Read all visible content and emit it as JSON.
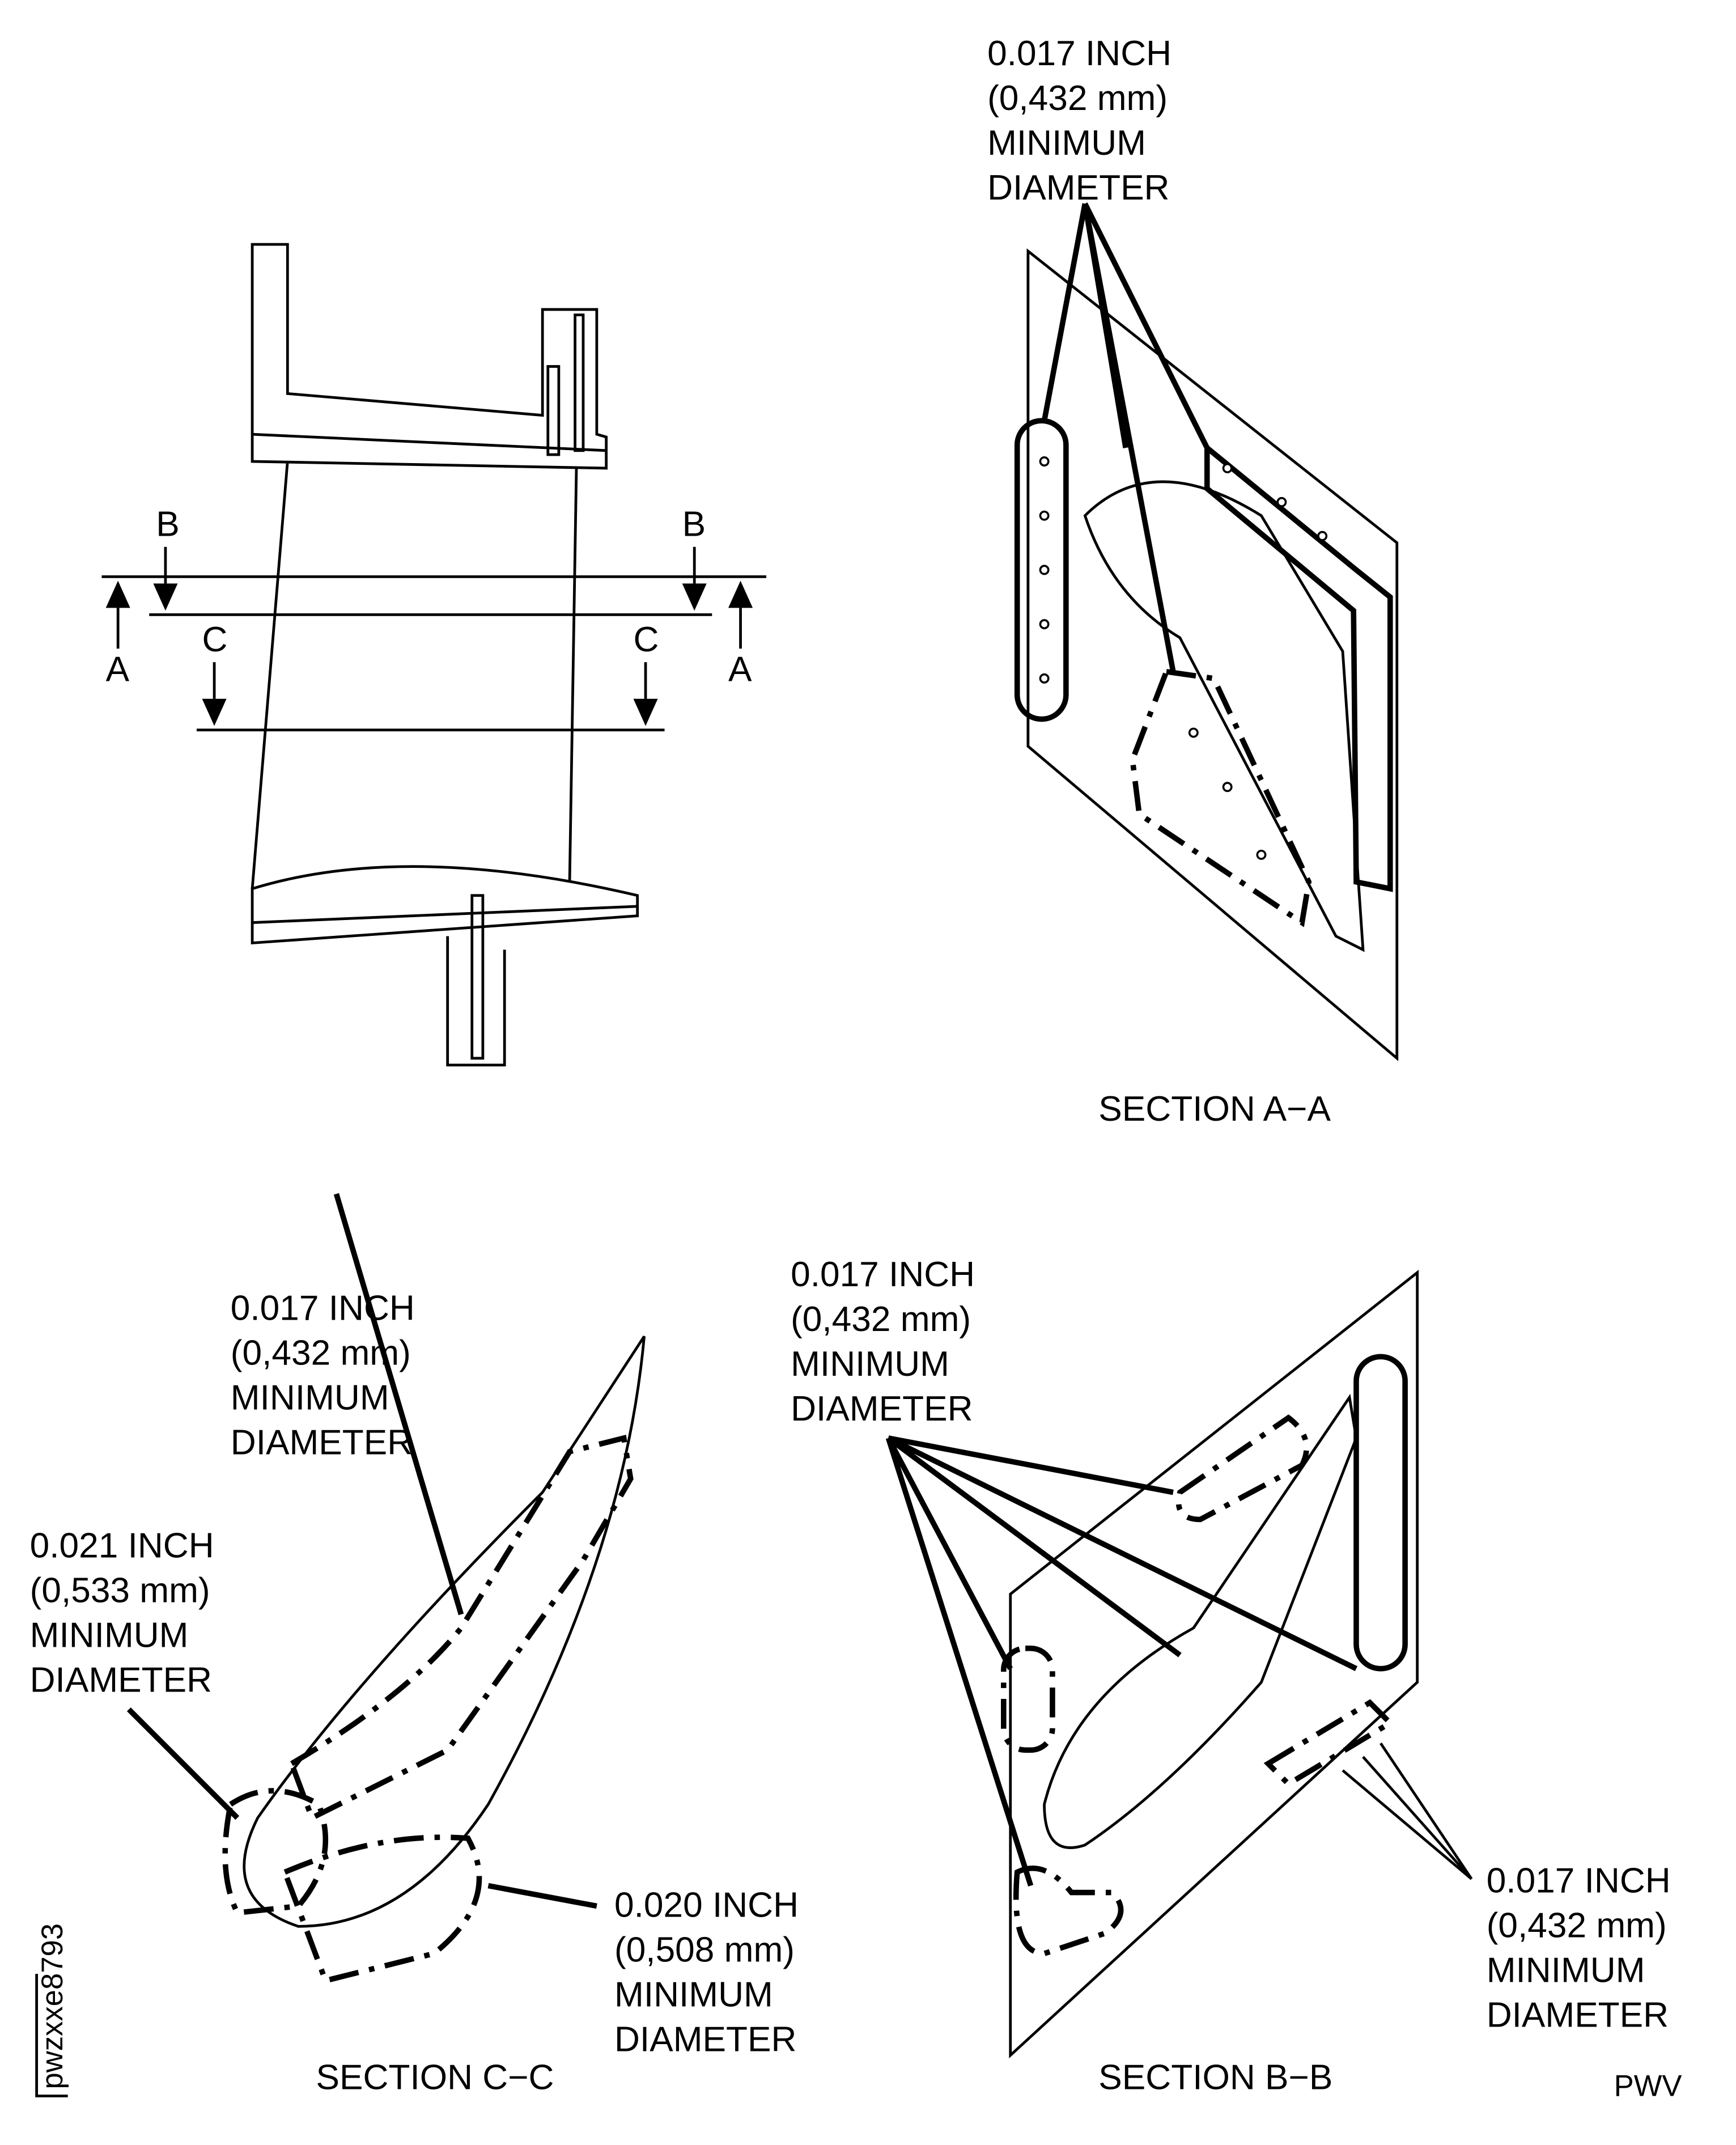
{
  "section_markers": {
    "a": "A",
    "b": "B",
    "c": "C"
  },
  "section_a": {
    "title": "SECTION A−A",
    "callout": [
      "0.017 INCH",
      "(0,432 mm)",
      "MINIMUM",
      "DIAMETER"
    ]
  },
  "section_c": {
    "title": "SECTION C−C",
    "callout_upper": [
      "0.017 INCH",
      "(0,432 mm)",
      "MINIMUM",
      "DIAMETER"
    ],
    "callout_left": [
      "0.021 INCH",
      "(0,533 mm)",
      "MINIMUM",
      "DIAMETER"
    ],
    "callout_lower": [
      "0.020 INCH",
      "(0,508 mm)",
      "MINIMUM",
      "DIAMETER"
    ]
  },
  "section_b": {
    "title": "SECTION B−B",
    "callout_left": [
      "0.017 INCH",
      "(0,432 mm)",
      "MINIMUM",
      "DIAMETER"
    ],
    "callout_right": [
      "0.017 INCH",
      "(0,432 mm)",
      "MINIMUM",
      "DIAMETER"
    ]
  },
  "figure_id": "pwzxxe8793",
  "footer_code": "PWV"
}
